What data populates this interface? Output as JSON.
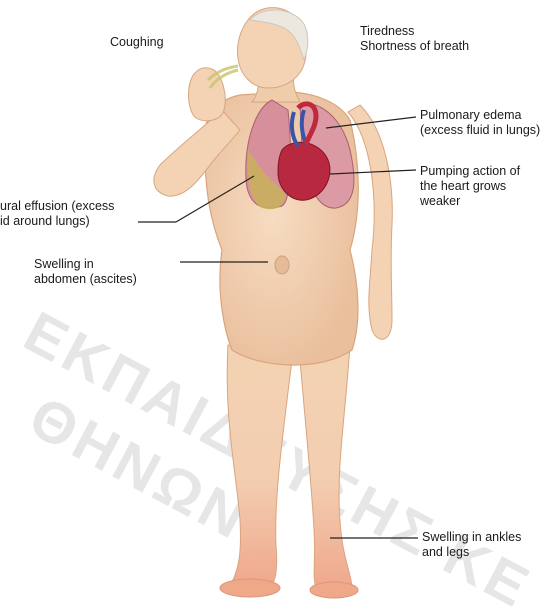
{
  "labels": {
    "coughing": "Coughing",
    "tiredness": "Tiredness",
    "shortness": "Shortness of breath",
    "pulmonary_1": "Pulmonary edema",
    "pulmonary_2": "(excess fluid in lungs)",
    "pumping_1": "Pumping action of",
    "pumping_2": "the heart grows",
    "pumping_3": "weaker",
    "pleural_1": "ural effusion (excess",
    "pleural_2": "id around lungs)",
    "ascites_1": "Swelling in",
    "ascites_2": "abdomen (ascites)",
    "ankles_1": "Swelling in ankles",
    "ankles_2": "and legs"
  },
  "watermark": {
    "line1": "ΕΚΠΑΙΔΕΥΣΗΣ ΚΕ",
    "line2": "ΘΗΝΩΝ"
  },
  "colors": {
    "skin": "#f3d3b3",
    "skin_shadow": "#e3b08a",
    "lung": "#d9909c",
    "heart": "#b3253a",
    "fluid": "#c9b25a",
    "legs_swelling": "#f1a98a",
    "watermark": "#e8e8e8"
  }
}
